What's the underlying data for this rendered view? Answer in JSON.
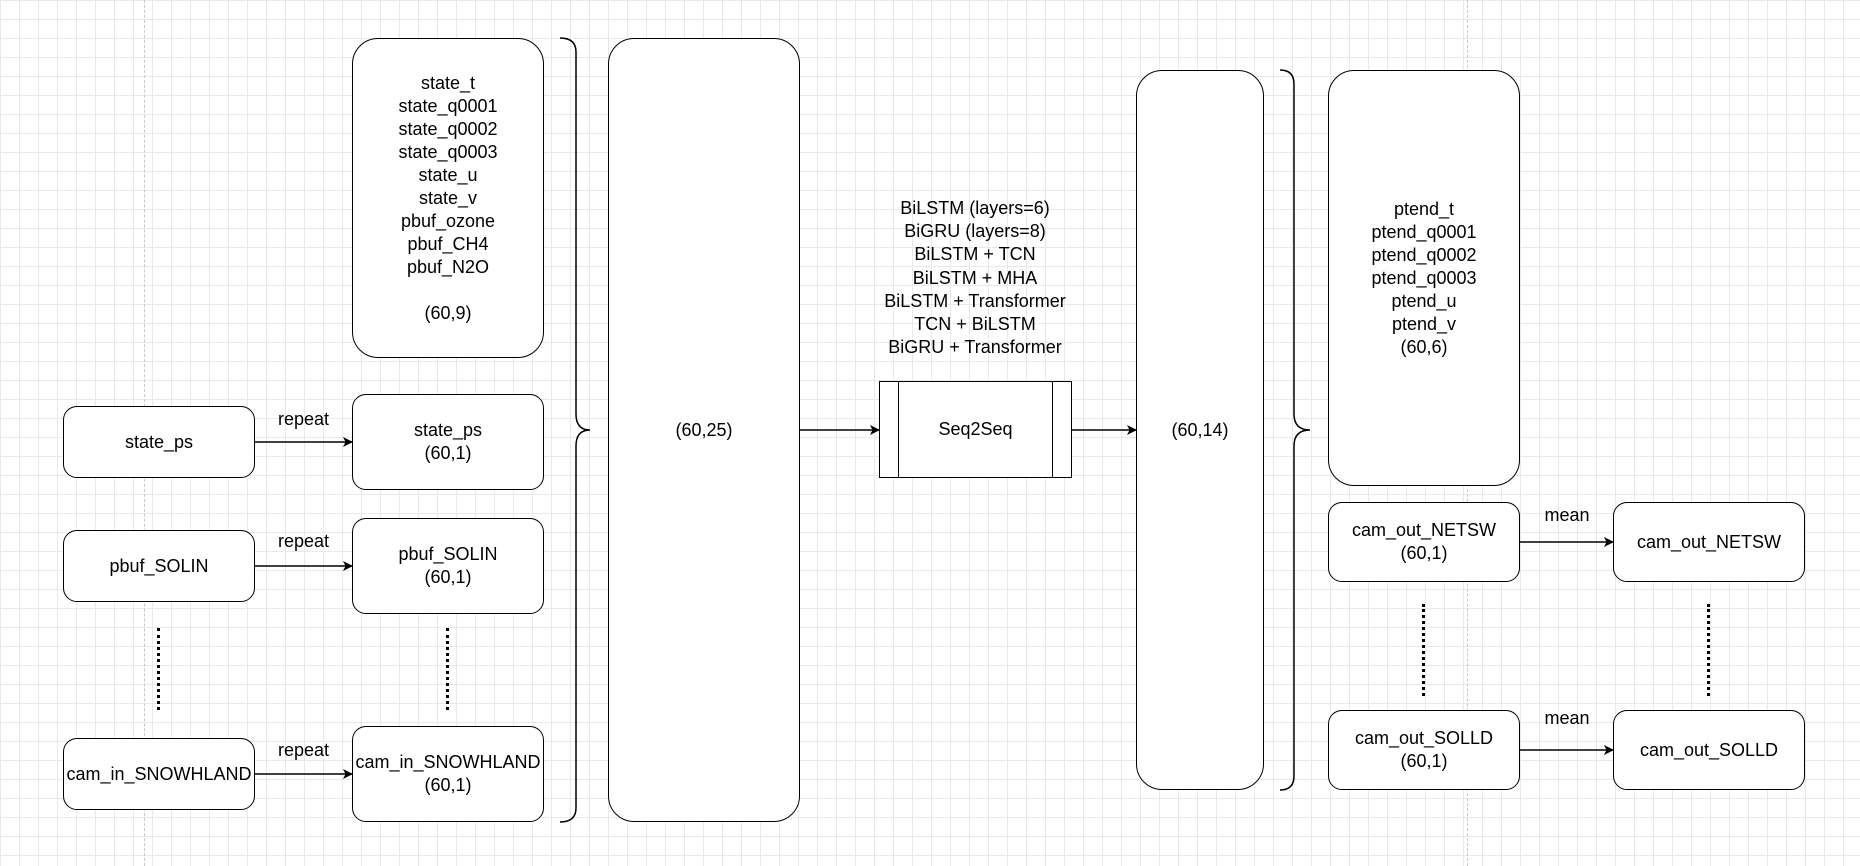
{
  "inputs": {
    "state_group": {
      "lines": [
        "state_t",
        "state_q0001",
        "state_q0002",
        "state_q0003",
        "state_u",
        "state_v",
        "pbuf_ozone",
        "pbuf_CH4",
        "pbuf_N2O",
        ""
      ],
      "shape": "(60,9)"
    },
    "scalar_rows": [
      {
        "source": "state_ps",
        "edge_label": "repeat",
        "target": "state_ps",
        "shape": "(60,1)"
      },
      {
        "source": "pbuf_SOLIN",
        "edge_label": "repeat",
        "target": "pbuf_SOLIN",
        "shape": "(60,1)"
      },
      {
        "source": "cam_in_SNOWHLAND",
        "edge_label": "repeat",
        "target": "cam_in_SNOWHLAND",
        "shape": "(60,1)"
      }
    ]
  },
  "concat_input": {
    "shape": "(60,25)"
  },
  "model": {
    "label": "Seq2Seq",
    "variants": [
      "BiLSTM (layers=6)",
      "BiGRU (layers=8)",
      "BiLSTM + TCN",
      "BiLSTM + MHA",
      "BiLSTM + Transformer",
      "TCN + BiLSTM",
      "BiGRU + Transformer"
    ]
  },
  "concat_output": {
    "shape": "(60,14)"
  },
  "outputs": {
    "ptend_group": {
      "lines": [
        "ptend_t",
        "ptend_q0001",
        "ptend_q0002",
        "ptend_q0003",
        "ptend_u",
        "ptend_v",
        "(60,6)"
      ]
    },
    "scalar_rows": [
      {
        "source": "cam_out_NETSW",
        "shape": "(60,1)",
        "edge_label": "mean",
        "target": "cam_out_NETSW"
      },
      {
        "source": "cam_out_SOLLD",
        "shape": "(60,1)",
        "edge_label": "mean",
        "target": "cam_out_SOLLD"
      }
    ]
  }
}
